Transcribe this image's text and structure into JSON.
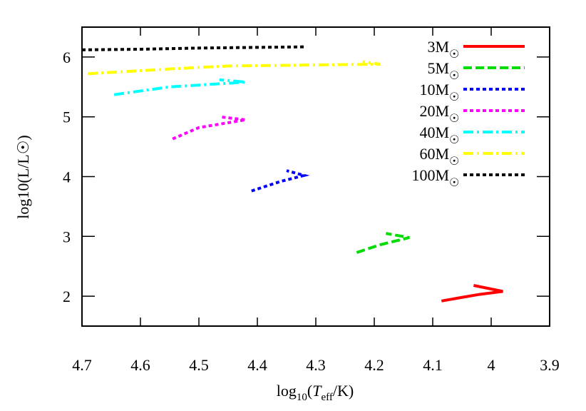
{
  "chart_data": {
    "type": "line",
    "xlabel": "log10(Teff/K)",
    "ylabel": "log10(L/L☉)",
    "xlim": [
      4.7,
      3.9
    ],
    "ylim": [
      1.5,
      6.5
    ],
    "xticks": [
      "4.7",
      "4.6",
      "4.5",
      "4.4",
      "4.3",
      "4.2",
      "4.1",
      "4",
      "3.9"
    ],
    "yticks": [
      "2",
      "3",
      "4",
      "5",
      "6"
    ],
    "grid": false,
    "legend_placement": "top-right",
    "series": [
      {
        "name": "3M☉",
        "color": "#ff0000",
        "dash": "solid",
        "x": [
          4.085,
          4.05,
          4.02,
          3.98,
          4.03
        ],
        "y": [
          1.92,
          1.98,
          2.03,
          2.08,
          2.18
        ]
      },
      {
        "name": "5M☉",
        "color": "#00dd00",
        "dash": "dashed",
        "x": [
          4.23,
          4.19,
          4.14,
          4.18
        ],
        "y": [
          2.73,
          2.86,
          2.98,
          3.05
        ]
      },
      {
        "name": "10M☉",
        "color": "#0000ff",
        "dash": "dotted",
        "x": [
          4.41,
          4.36,
          4.32,
          4.35
        ],
        "y": [
          3.76,
          3.92,
          4.02,
          4.1
        ]
      },
      {
        "name": "20M☉",
        "color": "#ff00ff",
        "dash": "dotted",
        "x": [
          4.545,
          4.5,
          4.42,
          4.465
        ],
        "y": [
          4.63,
          4.82,
          4.95,
          5.0
        ]
      },
      {
        "name": "40M☉",
        "color": "#00ffff",
        "dash": "dashdot",
        "x": [
          4.645,
          4.55,
          4.42,
          4.465
        ],
        "y": [
          5.37,
          5.5,
          5.58,
          5.62
        ]
      },
      {
        "name": "60M☉",
        "color": "#ffff00",
        "dash": "dashdot",
        "x": [
          4.69,
          4.55,
          4.45,
          4.19,
          4.22
        ],
        "y": [
          5.72,
          5.8,
          5.85,
          5.88,
          5.92
        ]
      },
      {
        "name": "100M☉",
        "color": "#000000",
        "dash": "dotted",
        "x": [
          4.7,
          4.6,
          4.5,
          4.32
        ],
        "y": [
          6.12,
          6.13,
          6.15,
          6.17
        ]
      }
    ]
  }
}
